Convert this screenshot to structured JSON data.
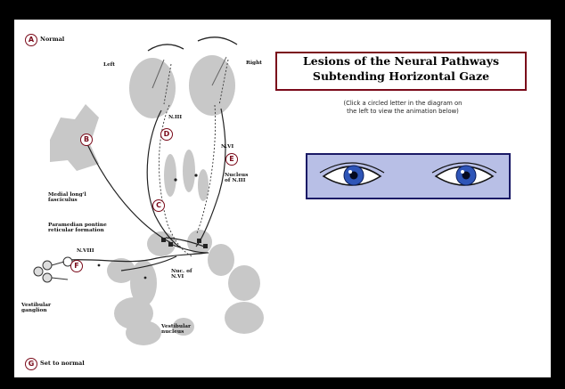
{
  "options": {
    "normal": {
      "letter": "A",
      "label": "Normal"
    },
    "reset": {
      "letter": "G",
      "label": "Set to normal"
    }
  },
  "lesion_markers": [
    "B",
    "C",
    "D",
    "E",
    "F"
  ],
  "labels": {
    "left": "Left",
    "right": "Right",
    "n_iii": "N.III",
    "n_vi": "N.VI",
    "n_viii": "N.VIII",
    "nucleus_n_iii": [
      "Nucleus",
      "of N.III"
    ],
    "medial_long_fasciculus": [
      "Medial long'l",
      "fasciculus"
    ],
    "paramedian_pontine": [
      "Paramedian pontine",
      "reticular formation"
    ],
    "nuc_n_vi": [
      "Nuc. of",
      "N.VI"
    ],
    "vestibular_ganglion": [
      "Vestibular",
      "ganglion"
    ],
    "vestibular_nucleus": [
      "Vestibular",
      "nucleus"
    ]
  },
  "title": {
    "line1": "Lesions of the Neural Pathways",
    "line2": "Subtending Horizontal Gaze"
  },
  "instruction": [
    "(Click a circled letter in the diagram on",
    "the left to view the animation below)"
  ],
  "colors": {
    "accent": "#7a0a1a",
    "eyes_panel_bg": "#b8bfe6",
    "eyes_panel_border": "#1a1a66",
    "iris": "#2e55b8",
    "diagram_gray": "#c8c8c8"
  }
}
